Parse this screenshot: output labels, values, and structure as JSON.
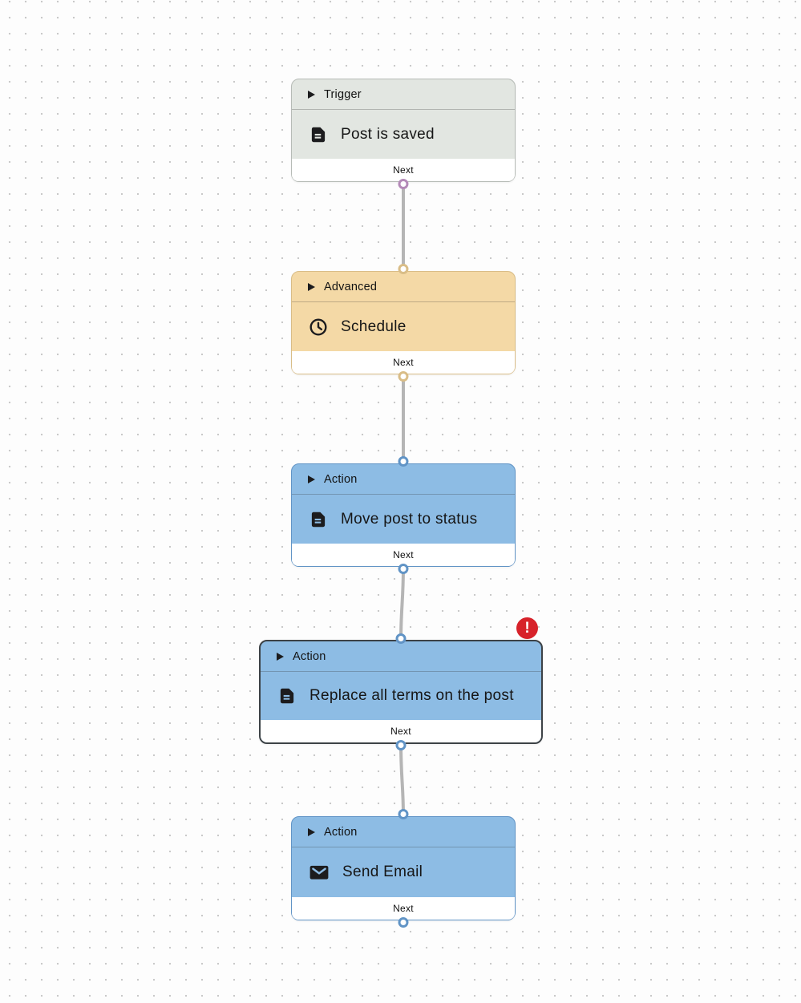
{
  "canvas": {
    "background_color": "#fdfdfd",
    "dot_color": "#c9c9c9",
    "connector_color": "#b5b5b5"
  },
  "error_badge": {
    "symbol": "!",
    "color": "#d7222a"
  },
  "nodes": [
    {
      "type_label": "Trigger",
      "title": "Post is saved",
      "icon": "post-icon",
      "footer_label": "Next",
      "selected": false,
      "has_error": false,
      "theme": {
        "bg": "#e2e6e1",
        "border": "#b6bbb6",
        "port": "#b48ab8"
      }
    },
    {
      "type_label": "Advanced",
      "title": "Schedule",
      "icon": "clock-icon",
      "footer_label": "Next",
      "selected": false,
      "has_error": false,
      "theme": {
        "bg": "#f4d9a6",
        "border": "#d9bd87",
        "port": "#d9bd87"
      }
    },
    {
      "type_label": "Action",
      "title": "Move post to status",
      "icon": "post-icon",
      "footer_label": "Next",
      "selected": false,
      "has_error": false,
      "theme": {
        "bg": "#8dbce4",
        "border": "#6194c6",
        "port": "#6194c6"
      }
    },
    {
      "type_label": "Action",
      "title": "Replace all terms on the post",
      "icon": "post-icon",
      "footer_label": "Next",
      "selected": true,
      "has_error": true,
      "theme": {
        "bg": "#8dbce4",
        "border": "#3d4246",
        "port": "#6194c6"
      }
    },
    {
      "type_label": "Action",
      "title": "Send Email",
      "icon": "email-icon",
      "footer_label": "Next",
      "selected": false,
      "has_error": false,
      "theme": {
        "bg": "#8dbce4",
        "border": "#6194c6",
        "port": "#6194c6"
      }
    }
  ]
}
